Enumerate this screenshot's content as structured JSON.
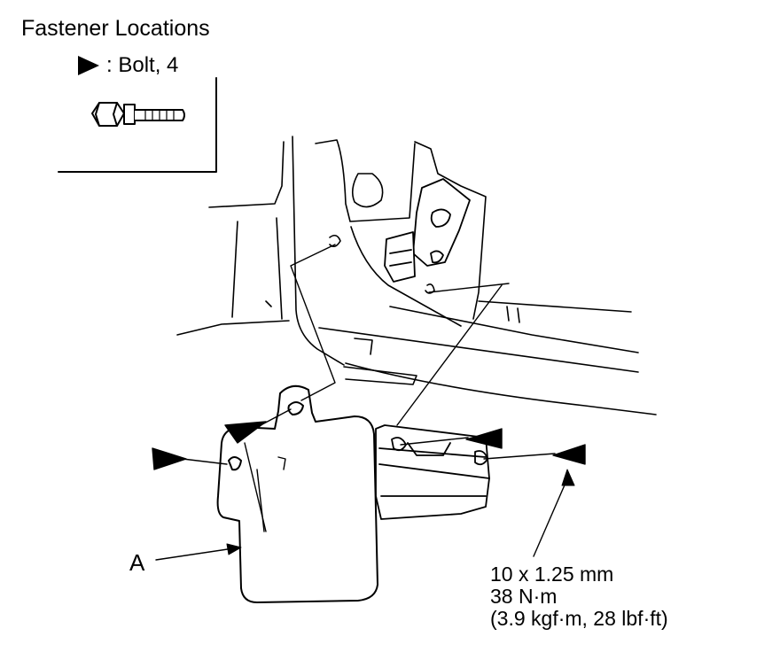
{
  "fastener_box": {
    "title": "Fastener Locations",
    "legend_symbol": "triangle-marker-icon",
    "legend_text": ": Bolt, 4"
  },
  "callout": {
    "part_label": "A"
  },
  "torque_spec": {
    "thread": "10 x 1.25 mm",
    "torque_nm": "38 N·m",
    "torque_alt": "(3.9 kgf·m, 28 lbf·ft)"
  }
}
